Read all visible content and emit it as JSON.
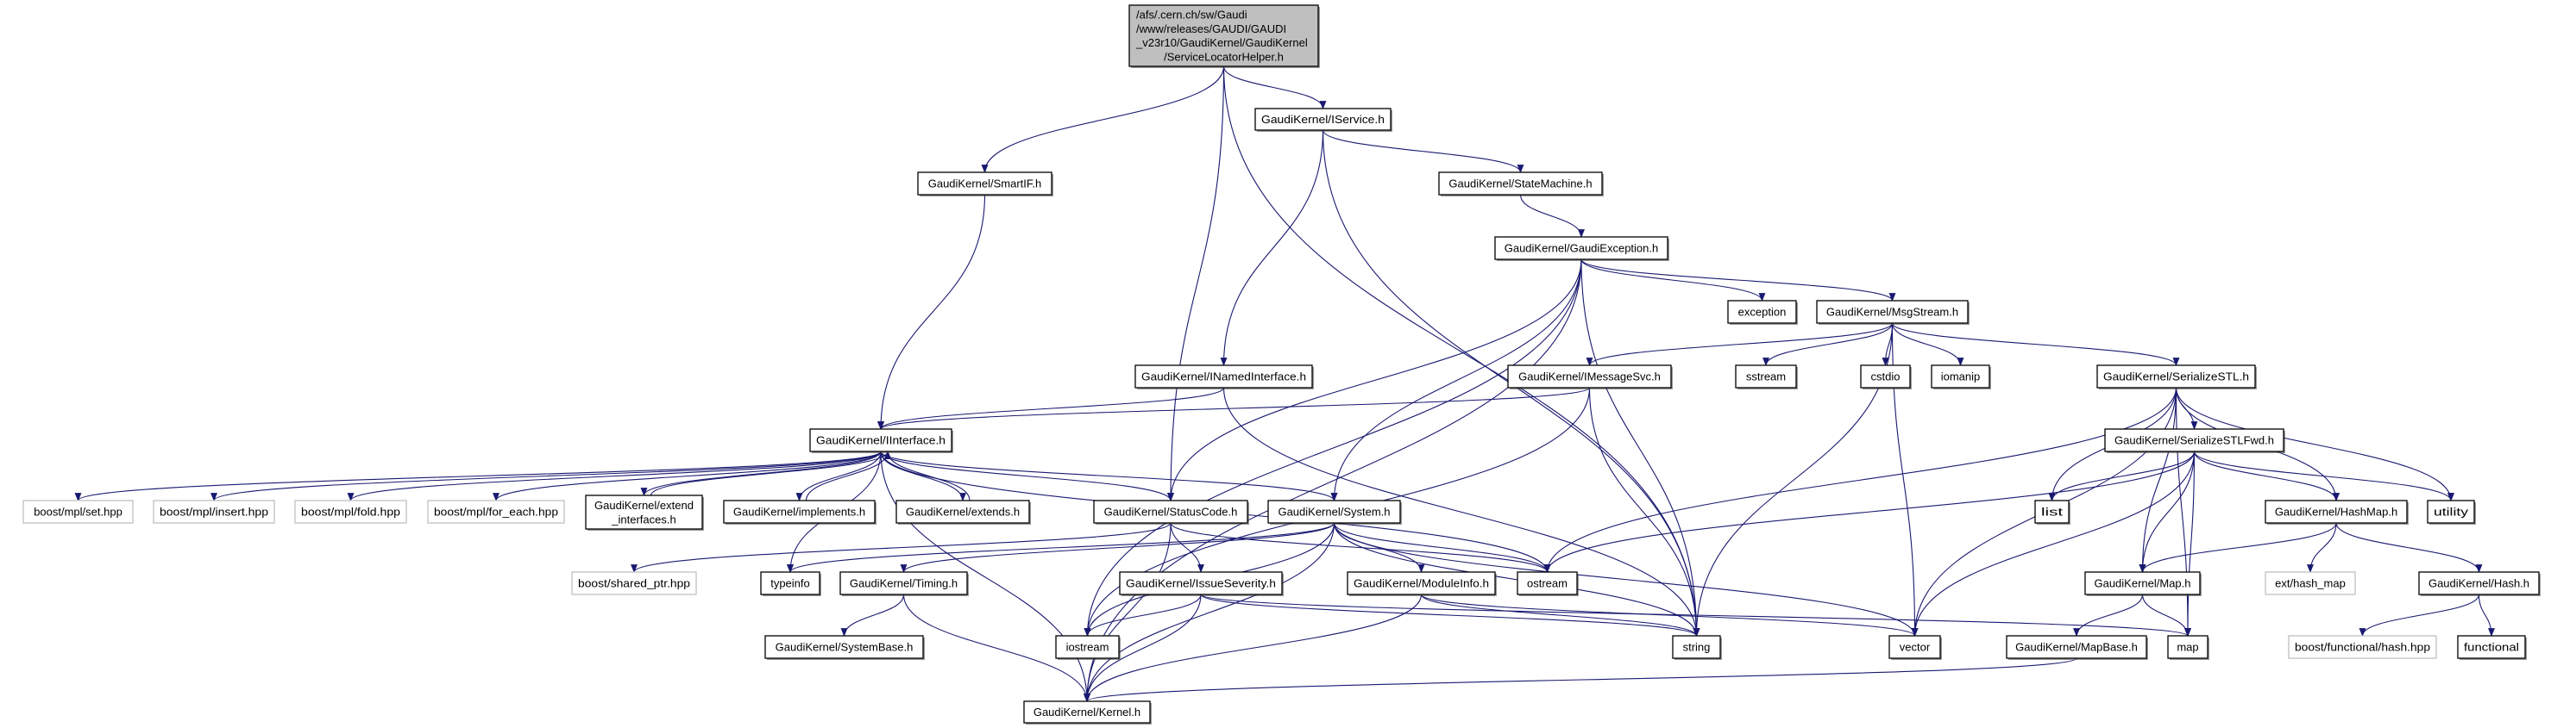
{
  "colors": {
    "edge": "#191970",
    "root_fill": "#bfbfbf",
    "external_border": "#bfbfbf",
    "node_border": "#000000"
  },
  "nodes": [
    {
      "id": "root",
      "lines": [
        "/afs/.cern.ch/sw/Gaudi",
        "/www/releases/GAUDI/GAUDI",
        "_v23r10/GaudiKernel/GaudiKernel",
        "/ServiceLocatorHelper.h"
      ],
      "kind": "root"
    },
    {
      "id": "IService",
      "lines": [
        "GaudiKernel/IService.h"
      ],
      "kind": "normal"
    },
    {
      "id": "SmartIF",
      "lines": [
        "GaudiKernel/SmartIF.h"
      ],
      "kind": "normal"
    },
    {
      "id": "StateMachine",
      "lines": [
        "GaudiKernel/StateMachine.h"
      ],
      "kind": "normal"
    },
    {
      "id": "GaudiException",
      "lines": [
        "GaudiKernel/GaudiException.h"
      ],
      "kind": "normal"
    },
    {
      "id": "exception",
      "lines": [
        "exception"
      ],
      "kind": "normal"
    },
    {
      "id": "MsgStream",
      "lines": [
        "GaudiKernel/MsgStream.h"
      ],
      "kind": "normal"
    },
    {
      "id": "INamedInterface",
      "lines": [
        "GaudiKernel/INamedInterface.h"
      ],
      "kind": "normal"
    },
    {
      "id": "IMessageSvc",
      "lines": [
        "GaudiKernel/IMessageSvc.h"
      ],
      "kind": "normal"
    },
    {
      "id": "sstream",
      "lines": [
        "sstream"
      ],
      "kind": "normal"
    },
    {
      "id": "cstdio",
      "lines": [
        "cstdio"
      ],
      "kind": "normal"
    },
    {
      "id": "iomanip",
      "lines": [
        "iomanip"
      ],
      "kind": "normal"
    },
    {
      "id": "SerializeSTL",
      "lines": [
        "GaudiKernel/SerializeSTL.h"
      ],
      "kind": "normal"
    },
    {
      "id": "IInterface",
      "lines": [
        "GaudiKernel/IInterface.h"
      ],
      "kind": "normal"
    },
    {
      "id": "SerializeSTLFwd",
      "lines": [
        "GaudiKernel/SerializeSTLFwd.h"
      ],
      "kind": "normal"
    },
    {
      "id": "mplset",
      "lines": [
        "boost/mpl/set.hpp"
      ],
      "kind": "external"
    },
    {
      "id": "mplinsert",
      "lines": [
        "boost/mpl/insert.hpp"
      ],
      "kind": "external"
    },
    {
      "id": "mplfold",
      "lines": [
        "boost/mpl/fold.hpp"
      ],
      "kind": "external"
    },
    {
      "id": "mplforeach",
      "lines": [
        "boost/mpl/for_each.hpp"
      ],
      "kind": "external"
    },
    {
      "id": "extend_interfaces",
      "lines": [
        "GaudiKernel/extend",
        "_interfaces.h"
      ],
      "kind": "normal"
    },
    {
      "id": "implements",
      "lines": [
        "GaudiKernel/implements.h"
      ],
      "kind": "normal"
    },
    {
      "id": "extends",
      "lines": [
        "GaudiKernel/extends.h"
      ],
      "kind": "normal"
    },
    {
      "id": "StatusCode",
      "lines": [
        "GaudiKernel/StatusCode.h"
      ],
      "kind": "normal"
    },
    {
      "id": "System",
      "lines": [
        "GaudiKernel/System.h"
      ],
      "kind": "normal"
    },
    {
      "id": "list",
      "lines": [
        "list"
      ],
      "kind": "normal"
    },
    {
      "id": "HashMap",
      "lines": [
        "GaudiKernel/HashMap.h"
      ],
      "kind": "normal"
    },
    {
      "id": "utility",
      "lines": [
        "utility"
      ],
      "kind": "normal"
    },
    {
      "id": "sharedptr",
      "lines": [
        "boost/shared_ptr.hpp"
      ],
      "kind": "external"
    },
    {
      "id": "typeinfo",
      "lines": [
        "typeinfo"
      ],
      "kind": "normal"
    },
    {
      "id": "Timing",
      "lines": [
        "GaudiKernel/Timing.h"
      ],
      "kind": "normal"
    },
    {
      "id": "IssueSeverity",
      "lines": [
        "GaudiKernel/IssueSeverity.h"
      ],
      "kind": "normal"
    },
    {
      "id": "ModuleInfo",
      "lines": [
        "GaudiKernel/ModuleInfo.h"
      ],
      "kind": "normal"
    },
    {
      "id": "ostream",
      "lines": [
        "ostream"
      ],
      "kind": "normal"
    },
    {
      "id": "Map",
      "lines": [
        "GaudiKernel/Map.h"
      ],
      "kind": "normal"
    },
    {
      "id": "exthashmap",
      "lines": [
        "ext/hash_map"
      ],
      "kind": "external"
    },
    {
      "id": "Hash",
      "lines": [
        "GaudiKernel/Hash.h"
      ],
      "kind": "normal"
    },
    {
      "id": "SystemBase",
      "lines": [
        "GaudiKernel/SystemBase.h"
      ],
      "kind": "normal"
    },
    {
      "id": "iostream",
      "lines": [
        "iostream"
      ],
      "kind": "normal"
    },
    {
      "id": "string",
      "lines": [
        "string"
      ],
      "kind": "normal"
    },
    {
      "id": "vector",
      "lines": [
        "vector"
      ],
      "kind": "normal"
    },
    {
      "id": "MapBase",
      "lines": [
        "GaudiKernel/MapBase.h"
      ],
      "kind": "normal"
    },
    {
      "id": "map",
      "lines": [
        "map"
      ],
      "kind": "normal"
    },
    {
      "id": "functionalhash",
      "lines": [
        "boost/functional/hash.hpp"
      ],
      "kind": "external"
    },
    {
      "id": "functional",
      "lines": [
        "functional"
      ],
      "kind": "normal"
    },
    {
      "id": "Kernel",
      "lines": [
        "GaudiKernel/Kernel.h"
      ],
      "kind": "normal"
    }
  ],
  "edges": [
    [
      "root",
      "SmartIF"
    ],
    [
      "root",
      "StatusCode"
    ],
    [
      "root",
      "IService"
    ],
    [
      "root",
      "string"
    ],
    [
      "IService",
      "INamedInterface"
    ],
    [
      "IService",
      "StateMachine"
    ],
    [
      "IService",
      "string"
    ],
    [
      "SmartIF",
      "IInterface"
    ],
    [
      "StateMachine",
      "GaudiException"
    ],
    [
      "GaudiException",
      "StatusCode"
    ],
    [
      "GaudiException",
      "System"
    ],
    [
      "GaudiException",
      "exception"
    ],
    [
      "GaudiException",
      "MsgStream"
    ],
    [
      "GaudiException",
      "string"
    ],
    [
      "GaudiException",
      "Kernel"
    ],
    [
      "GaudiException",
      "iostream"
    ],
    [
      "MsgStream",
      "IMessageSvc"
    ],
    [
      "MsgStream",
      "sstream"
    ],
    [
      "MsgStream",
      "cstdio"
    ],
    [
      "MsgStream",
      "iomanip"
    ],
    [
      "MsgStream",
      "vector"
    ],
    [
      "MsgStream",
      "SerializeSTL"
    ],
    [
      "MsgStream",
      "string"
    ],
    [
      "IMessageSvc",
      "IInterface"
    ],
    [
      "IMessageSvc",
      "string"
    ],
    [
      "IMessageSvc",
      "iostream"
    ],
    [
      "INamedInterface",
      "IInterface"
    ],
    [
      "INamedInterface",
      "string"
    ],
    [
      "IInterface",
      "mplset"
    ],
    [
      "IInterface",
      "mplinsert"
    ],
    [
      "IInterface",
      "mplfold"
    ],
    [
      "IInterface",
      "mplforeach"
    ],
    [
      "IInterface",
      "extend_interfaces"
    ],
    [
      "IInterface",
      "implements"
    ],
    [
      "IInterface",
      "extends"
    ],
    [
      "IInterface",
      "StatusCode"
    ],
    [
      "IInterface",
      "System"
    ],
    [
      "IInterface",
      "ostream"
    ],
    [
      "IInterface",
      "typeinfo"
    ],
    [
      "IInterface",
      "Kernel"
    ],
    [
      "extend_interfaces",
      "IInterface"
    ],
    [
      "implements",
      "IInterface"
    ],
    [
      "extends",
      "IInterface"
    ],
    [
      "StatusCode",
      "IssueSeverity"
    ],
    [
      "StatusCode",
      "ostream"
    ],
    [
      "StatusCode",
      "Kernel"
    ],
    [
      "StatusCode",
      "sharedptr"
    ],
    [
      "System",
      "Timing"
    ],
    [
      "System",
      "ModuleInfo"
    ],
    [
      "System",
      "string"
    ],
    [
      "System",
      "vector"
    ],
    [
      "System",
      "typeinfo"
    ],
    [
      "System",
      "iostream"
    ],
    [
      "System",
      "Kernel"
    ],
    [
      "System",
      "ostream"
    ],
    [
      "Timing",
      "SystemBase"
    ],
    [
      "Timing",
      "Kernel"
    ],
    [
      "IssueSeverity",
      "iostream"
    ],
    [
      "IssueSeverity",
      "Kernel"
    ],
    [
      "IssueSeverity",
      "string"
    ],
    [
      "IssueSeverity",
      "map"
    ],
    [
      "ModuleInfo",
      "Kernel"
    ],
    [
      "ModuleInfo",
      "string"
    ],
    [
      "ModuleInfo",
      "vector"
    ],
    [
      "SerializeSTL",
      "SerializeSTLFwd"
    ],
    [
      "SerializeSTL",
      "list"
    ],
    [
      "SerializeSTL",
      "HashMap"
    ],
    [
      "SerializeSTL",
      "utility"
    ],
    [
      "SerializeSTL",
      "Map"
    ],
    [
      "SerializeSTL",
      "map"
    ],
    [
      "SerializeSTL",
      "vector"
    ],
    [
      "SerializeSTL",
      "ostream"
    ],
    [
      "SerializeSTLFwd",
      "list"
    ],
    [
      "SerializeSTLFwd",
      "HashMap"
    ],
    [
      "SerializeSTLFwd",
      "utility"
    ],
    [
      "SerializeSTLFwd",
      "Map"
    ],
    [
      "SerializeSTLFwd",
      "map"
    ],
    [
      "SerializeSTLFwd",
      "vector"
    ],
    [
      "SerializeSTLFwd",
      "ostream"
    ],
    [
      "HashMap",
      "Map"
    ],
    [
      "HashMap",
      "exthashmap"
    ],
    [
      "HashMap",
      "Hash"
    ],
    [
      "Hash",
      "functionalhash"
    ],
    [
      "Hash",
      "functional"
    ],
    [
      "Map",
      "MapBase"
    ],
    [
      "Map",
      "map"
    ],
    [
      "MapBase",
      "Kernel"
    ]
  ]
}
